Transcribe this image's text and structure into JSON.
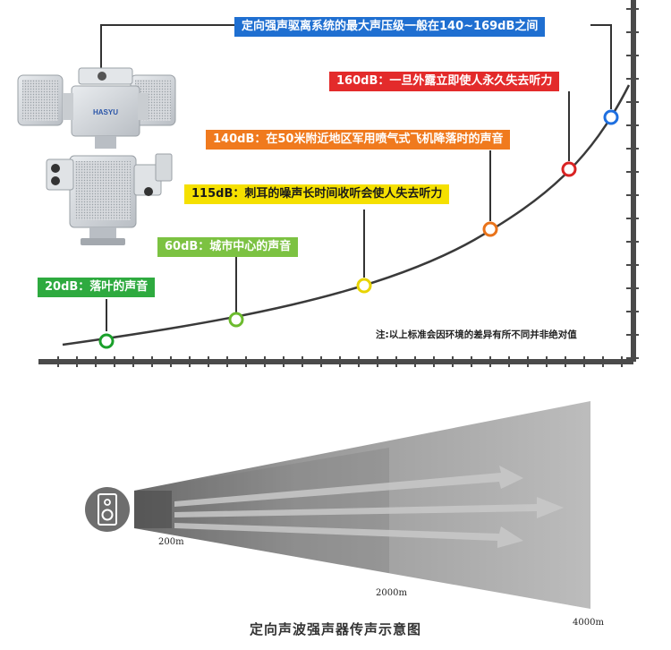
{
  "header_label": "定向强声驱离系统的最大声压级一般在140~169dB之间",
  "levels": [
    {
      "db": 20,
      "text": "20dB：落叶的声音",
      "color": "#2eaa3f",
      "ring": "#1aa02a"
    },
    {
      "db": 60,
      "text": "60dB：城市中心的声音",
      "color": "#7cc242",
      "ring": "#6cbb2e"
    },
    {
      "db": 115,
      "text": "115dB：刺耳的噪声长时间收听会使人失去听力",
      "color": "#f5e000",
      "ring": "#e8d400"
    },
    {
      "db": 140,
      "text": "140dB：在50米附近地区军用喷气式飞机降落时的声音",
      "color": "#f07a1e",
      "ring": "#e9731a"
    },
    {
      "db": 160,
      "text": "160dB：一旦外露立即使人永久失去听力",
      "color": "#e32b2b",
      "ring": "#d92323"
    },
    {
      "db": 169,
      "text": "",
      "color": "#1f6fd1",
      "ring": "#1e6fe0"
    }
  ],
  "note": "注:以上标准会因环境的差异有所不同并非绝对值",
  "diagram": {
    "distances": [
      "200m",
      "2000m",
      "4000m"
    ],
    "caption": "定向声波强声器传声示意图"
  },
  "device_logo": "HASYU"
}
